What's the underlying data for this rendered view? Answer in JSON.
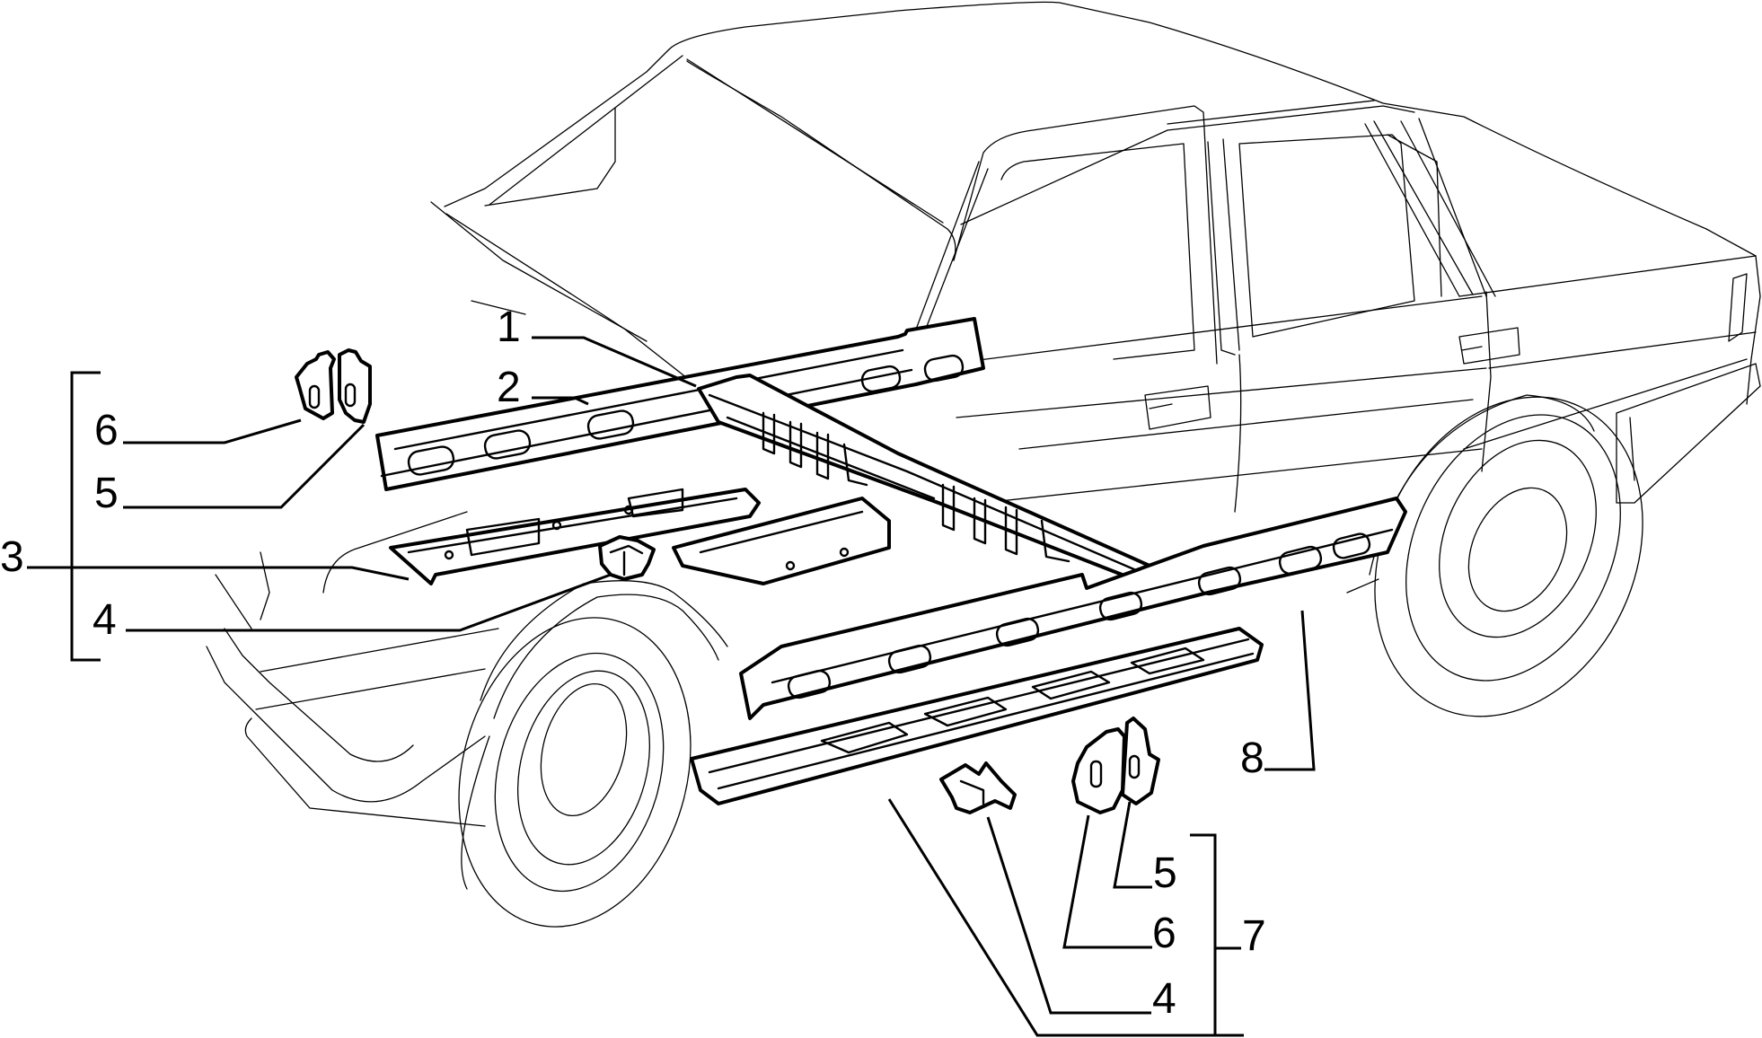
{
  "diagram": {
    "subject": "Car body floor pan and side sill parts — exploded view",
    "line_color": "#000000",
    "background_color": "#ffffff"
  },
  "callouts": [
    {
      "id": "c1",
      "label": "1",
      "part": "central-floor-tunnel"
    },
    {
      "id": "c2",
      "label": "2",
      "part": "inner-sill-left"
    },
    {
      "id": "c3",
      "label": "3",
      "part": "left-sill-group"
    },
    {
      "id": "c4a",
      "label": "4",
      "part": "clip-left"
    },
    {
      "id": "c5a",
      "label": "5",
      "part": "bracket-left-a"
    },
    {
      "id": "c6a",
      "label": "6",
      "part": "bracket-left-b"
    },
    {
      "id": "c8",
      "label": "8",
      "part": "inner-sill-right"
    },
    {
      "id": "c5b",
      "label": "5",
      "part": "bracket-right-a"
    },
    {
      "id": "c6b",
      "label": "6",
      "part": "bracket-right-b"
    },
    {
      "id": "c4b",
      "label": "4",
      "part": "clip-right"
    },
    {
      "id": "c7",
      "label": "7",
      "part": "right-sill-group"
    }
  ]
}
